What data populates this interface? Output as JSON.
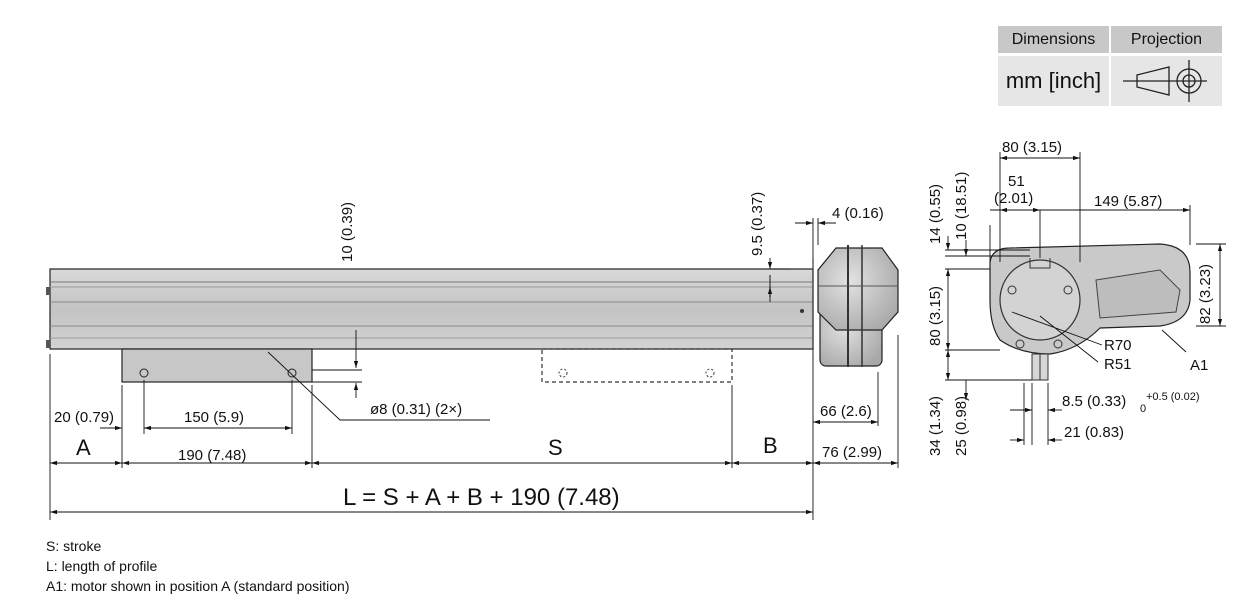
{
  "projection_table": {
    "dimensions_header": "Dimensions",
    "projection_header": "Projection",
    "unit_value": "mm [inch]",
    "projection_symbol": "first-angle-projection-icon"
  },
  "side_view": {
    "dim_10": "10 (0.39)",
    "dim_9_5": "9.5 (0.37)",
    "dim_4": "4 (0.16)",
    "dim_8_hole": "ø8 (0.31)  (2×)",
    "dim_20": "20 (0.79)",
    "dim_150": "150 (5.9)",
    "dim_66": "66 (2.6)",
    "dim_190": "190 (7.48)",
    "dim_76": "76 (2.99)",
    "label_a": "A",
    "label_s": "S",
    "label_b": "B",
    "formula_l": "L = S + A + B + 190 (7.48)"
  },
  "end_view": {
    "dim_80_top": "80 (3.15)",
    "dim_51": "51",
    "dim_51_inch": "(2.01)",
    "dim_149": "149 (5.87)",
    "dim_14": "14 (0.55)",
    "dim_10": "10 (18.51)",
    "dim_80_left": "80 (3.15)",
    "dim_82": "82 (3.23)",
    "r70": "R70",
    "r51": "R51",
    "a1": "A1",
    "dim_8_5": "8.5 (0.33)",
    "tol_upper": "+0.5 (0.02)",
    "tol_lower": "0",
    "dim_21": "21 (0.83)",
    "dim_34": "34 (1.34)",
    "dim_25": "25 (0.98)"
  },
  "legend": {
    "line1": "S: stroke",
    "line2": "L: length of profile",
    "line3": "A1: motor shown in position A (standard position)"
  }
}
